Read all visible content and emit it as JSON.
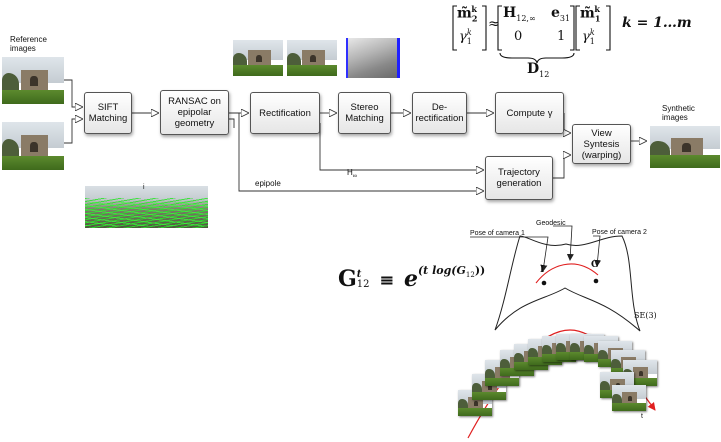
{
  "labels": {
    "reference_images": "Reference\nimages",
    "synthetic_images": "Synthetic\nimages",
    "h_inf": "H",
    "h_inf_sub": "∞",
    "epipole": "epipole",
    "geodesic": "Geodesic",
    "pose1": "Pose of camera 1",
    "pose2": "Pose of camera 2",
    "pose_I": "I",
    "pose_G": "G",
    "se3": "SE(3)",
    "t_axis": "t",
    "sift_mark": "i"
  },
  "boxes": {
    "sift": "SIFT\nMatching",
    "ransac": "RANSAC on\nepipolar\ngeometry",
    "rect": "Rectification",
    "stereo": "Stereo\nMatching",
    "derect": "De-\nrectification",
    "gamma": "Compute γ",
    "view": "View\nSyntesis\n(warping)",
    "traj": "Trajectory\ngeneration"
  },
  "equation_top": {
    "m2": "m̃",
    "m2_sub": "2",
    "m2_sup": "k",
    "g1": "γ",
    "g1_sub": "1",
    "g1_sup": "k",
    "approx": "≈",
    "H": "H",
    "H_sub": "12,∞",
    "e": "e",
    "e_sub": "31",
    "zero": "0",
    "one": "1",
    "m1": "m̃",
    "m1_sub": "1",
    "m1_sup": "k",
    "g1b": "γ",
    "g1b_sub": "1",
    "g1b_sup": "k",
    "D": "D",
    "D_sub": "12",
    "k_range": "k = 1…m"
  },
  "equation_geodesic": {
    "G": "G",
    "G_sup": "t",
    "G_sub": "12",
    "equiv": "≡",
    "e": "e",
    "exp": "(t log(G",
    "exp_sub": "12",
    "exp_close": "))"
  }
}
